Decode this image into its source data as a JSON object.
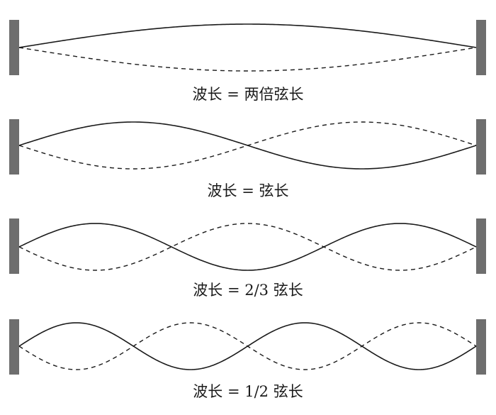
{
  "panels": [
    {
      "id": "two-string-lengths",
      "half_waves": 1,
      "caption": "波长 = 两倍弦长"
    },
    {
      "id": "one-string-length",
      "half_waves": 2,
      "caption": "波长 = 弦长"
    },
    {
      "id": "two-thirds-string-length",
      "half_waves": 3,
      "caption": "波长 = 2/3 弦长"
    },
    {
      "id": "half-string-length",
      "half_waves": 4,
      "caption": "波长 = 1/2 弦长"
    }
  ],
  "colors": {
    "wall": "#6e6e6e",
    "line": "#1a1a1a",
    "background": "#ffffff"
  }
}
